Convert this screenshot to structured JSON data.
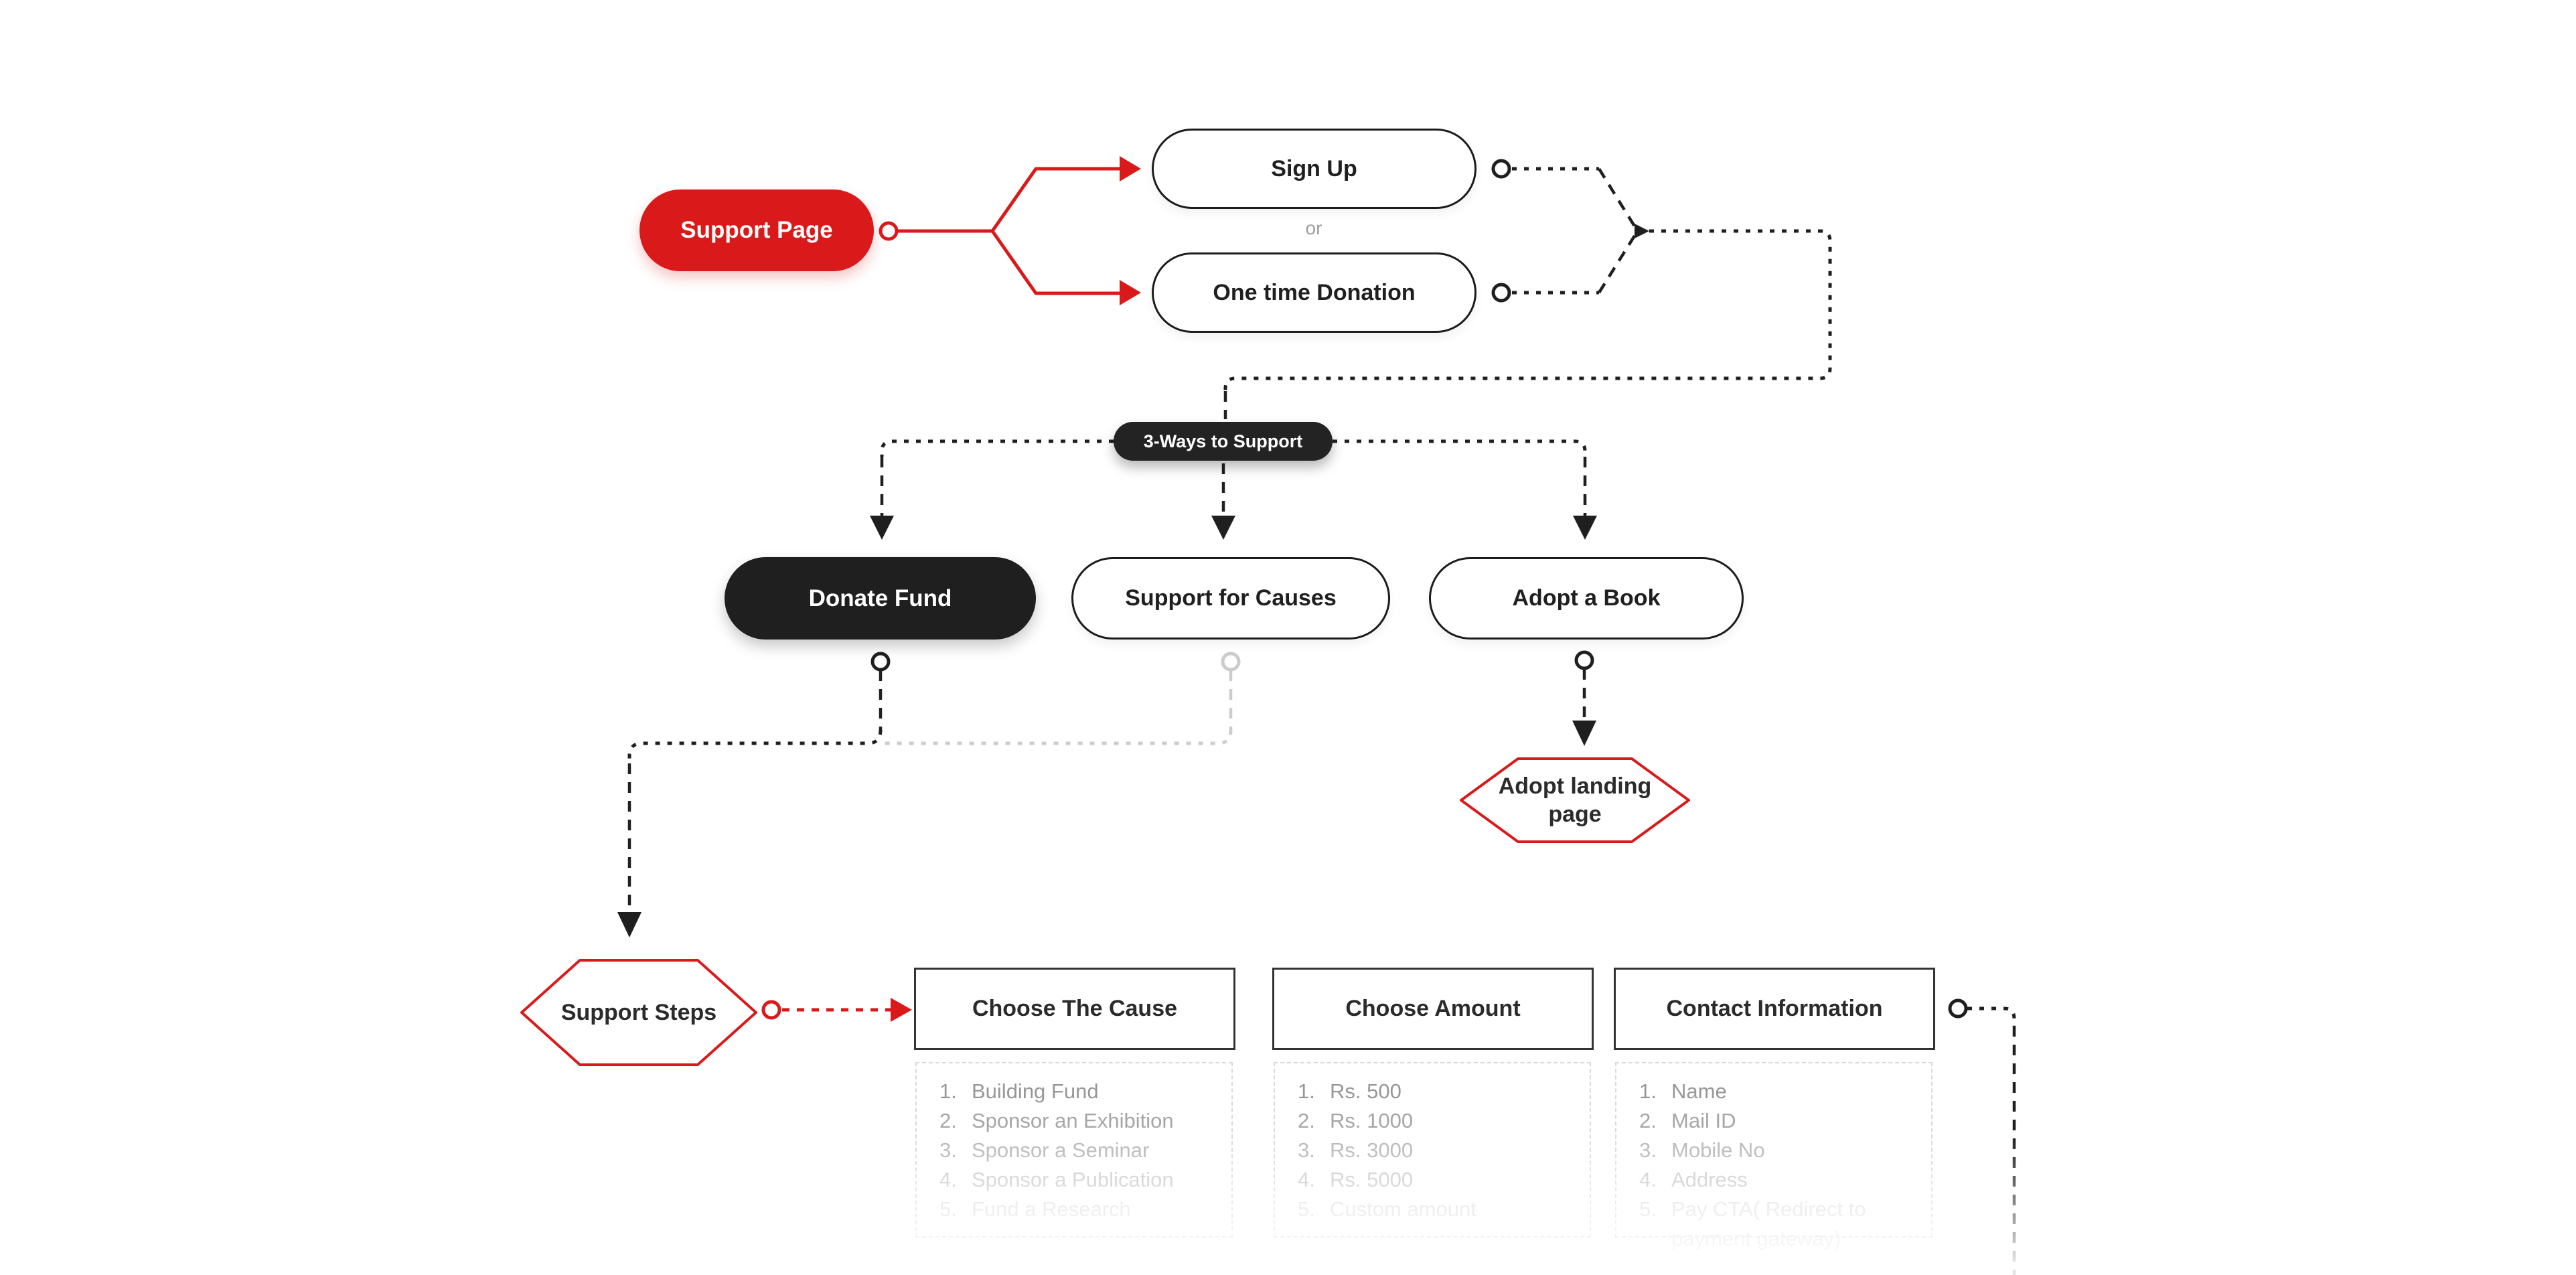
{
  "palette": {
    "red": "#da1a1a",
    "ink": "#1f1f1f",
    "pill_border": "#1c1c1c",
    "box_border": "#333333",
    "text_dark": "#2b2b2b",
    "muted": "#9e9e9e",
    "gray_line": "#cccccc",
    "panel_border": "#d9d9d9",
    "list_fade": [
      "#979797",
      "#a6a6a6",
      "#b7b7b7",
      "#c9c9c9",
      "#dedede",
      "#ececec"
    ]
  },
  "nodes": {
    "support_page": "Support Page",
    "sign_up": "Sign Up",
    "or_label": "or",
    "one_time_donation": "One time Donation",
    "three_ways": "3-Ways to Support",
    "donate_fund": "Donate Fund",
    "support_for_causes": "Support for Causes",
    "adopt_a_book": "Adopt a Book",
    "adopt_landing_page": "Adopt landing page",
    "support_steps": "Support Steps"
  },
  "lists": {
    "columns": [
      {
        "title": "Choose The Cause",
        "items": [
          "Building Fund",
          "Sponsor an Exhibition",
          "Sponsor a Seminar",
          "Sponsor a Publication",
          "Fund a Research"
        ]
      },
      {
        "title": "Choose Amount",
        "items": [
          "Rs. 500",
          "Rs. 1000",
          "Rs. 3000",
          "Rs. 5000",
          "Custom amount"
        ]
      },
      {
        "title": "Contact Information",
        "items": [
          "Name",
          "Mail ID",
          "Mobile No",
          "Address",
          "Pay CTA( Redirect to payment gateway)"
        ]
      }
    ]
  }
}
